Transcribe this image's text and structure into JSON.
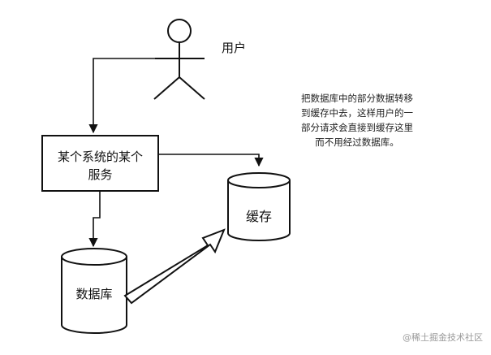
{
  "diagram": {
    "user": {
      "label": "用户"
    },
    "service": {
      "lines": [
        "某个系统的某个",
        "服务"
      ]
    },
    "cache": {
      "label": "缓存"
    },
    "database": {
      "label": "数据库"
    },
    "note": {
      "lines": [
        "把数据库中的部分数据转移",
        "到缓存中去，这样用户的一",
        "部分请求会直接到缓存这里",
        "而不用经过数据库。"
      ]
    },
    "watermark": "@稀土掘金技术社区"
  },
  "colors": {
    "stroke": "#111111",
    "background": "#ffffff"
  }
}
